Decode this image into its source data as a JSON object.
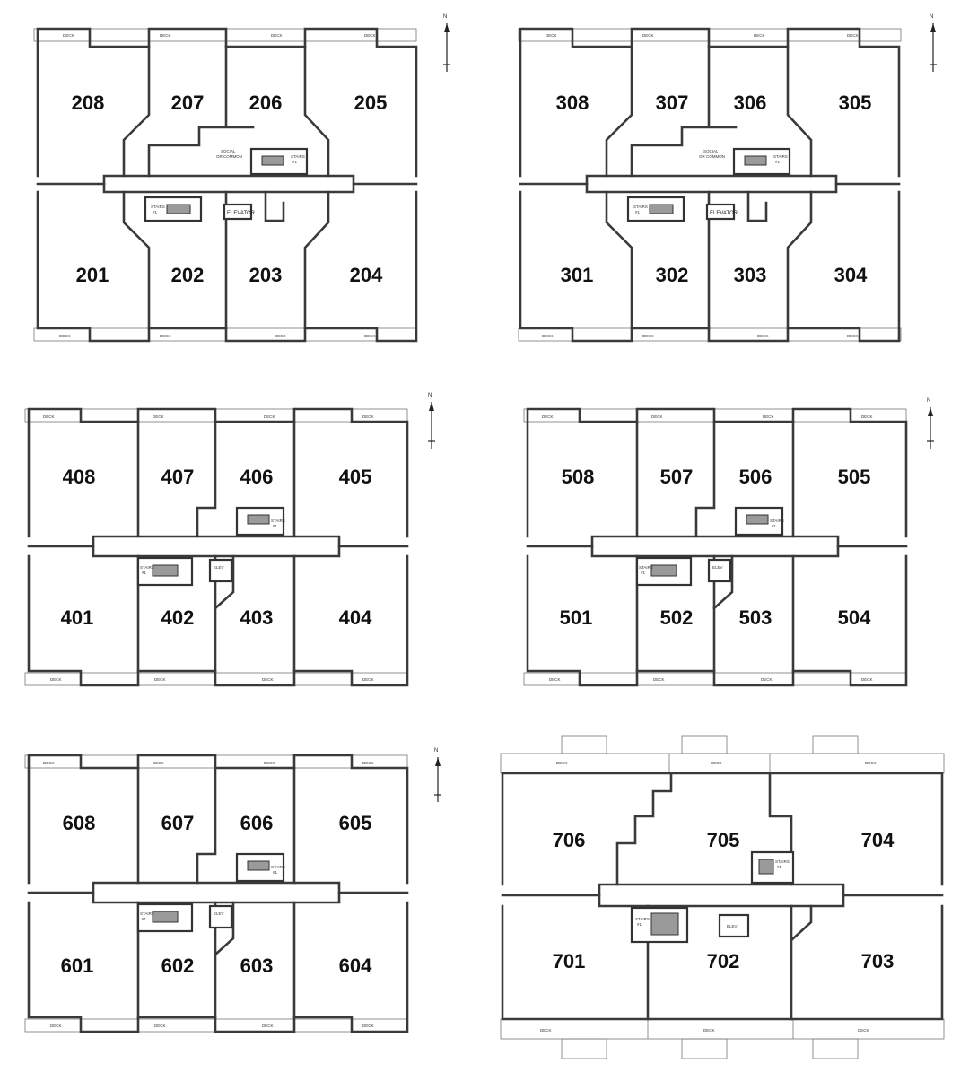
{
  "floors": [
    {
      "units": [
        "208",
        "207",
        "206",
        "205",
        "201",
        "202",
        "203",
        "204"
      ],
      "labels": {
        "deck": "DECK",
        "social": "SOCIAL",
        "social2": "OR COMMON",
        "stairs": "STAIRS",
        "stairs_num": "#1",
        "elevator": "ELEVATOR"
      }
    },
    {
      "units": [
        "308",
        "307",
        "306",
        "305",
        "301",
        "302",
        "303",
        "304"
      ],
      "labels": {
        "deck": "DECK",
        "social": "SOCIAL",
        "social2": "OR COMMON",
        "stairs": "STAIRS",
        "stairs_num": "#1",
        "elevator": "ELEVATOR"
      }
    },
    {
      "units": [
        "408",
        "407",
        "406",
        "405",
        "401",
        "402",
        "403",
        "404"
      ],
      "labels": {
        "deck": "DECK",
        "stairs": "STAIRS",
        "stairs_num": "#1",
        "elevator": "ELEV"
      }
    },
    {
      "units": [
        "508",
        "507",
        "506",
        "505",
        "501",
        "502",
        "503",
        "504"
      ],
      "labels": {
        "deck": "DECK",
        "stairs": "STAIRS",
        "stairs_num": "#1",
        "elevator": "ELEV"
      }
    },
    {
      "units": [
        "608",
        "607",
        "606",
        "605",
        "601",
        "602",
        "603",
        "604"
      ],
      "labels": {
        "deck": "DECK",
        "stairs": "STAIRS",
        "stairs_num": "#1",
        "elevator": "ELEV"
      }
    },
    {
      "units": [
        "706",
        "705",
        "704",
        "701",
        "702",
        "703"
      ],
      "labels": {
        "deck": "DECK",
        "stairs": "STAIRS",
        "stairs_num": "#1",
        "elevator": "ELEV"
      }
    }
  ],
  "north_label": "N"
}
